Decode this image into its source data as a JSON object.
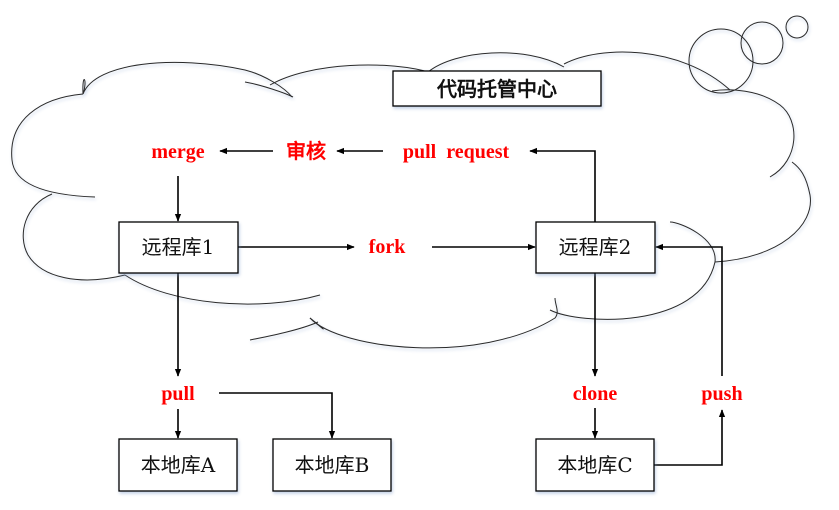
{
  "diagram": {
    "title": "代码托管中心",
    "colors": {
      "action_label": "#ff0000",
      "box_border": "#000000",
      "line": "#000000"
    },
    "nodes": {
      "remote1": "远程库1",
      "remote2": "远程库2",
      "localA": "本地库A",
      "localB": "本地库B",
      "localC": "本地库C"
    },
    "actions": {
      "merge": "merge",
      "review": "审核",
      "pull_request": "pull  request",
      "fork": "fork",
      "pull": "pull",
      "clone": "clone",
      "push": "push"
    },
    "edges": [
      {
        "from": "remote2",
        "to": "pull_request"
      },
      {
        "from": "pull_request",
        "to": "review"
      },
      {
        "from": "review",
        "to": "merge"
      },
      {
        "from": "merge",
        "to": "remote1"
      },
      {
        "from": "remote1",
        "to": "fork"
      },
      {
        "from": "fork",
        "to": "remote2"
      },
      {
        "from": "remote1",
        "to": "pull"
      },
      {
        "from": "pull",
        "to": "localA"
      },
      {
        "from": "pull",
        "to": "localB"
      },
      {
        "from": "remote2",
        "to": "clone"
      },
      {
        "from": "clone",
        "to": "localC"
      },
      {
        "from": "localC",
        "to": "push"
      },
      {
        "from": "push",
        "to": "remote2"
      }
    ]
  }
}
